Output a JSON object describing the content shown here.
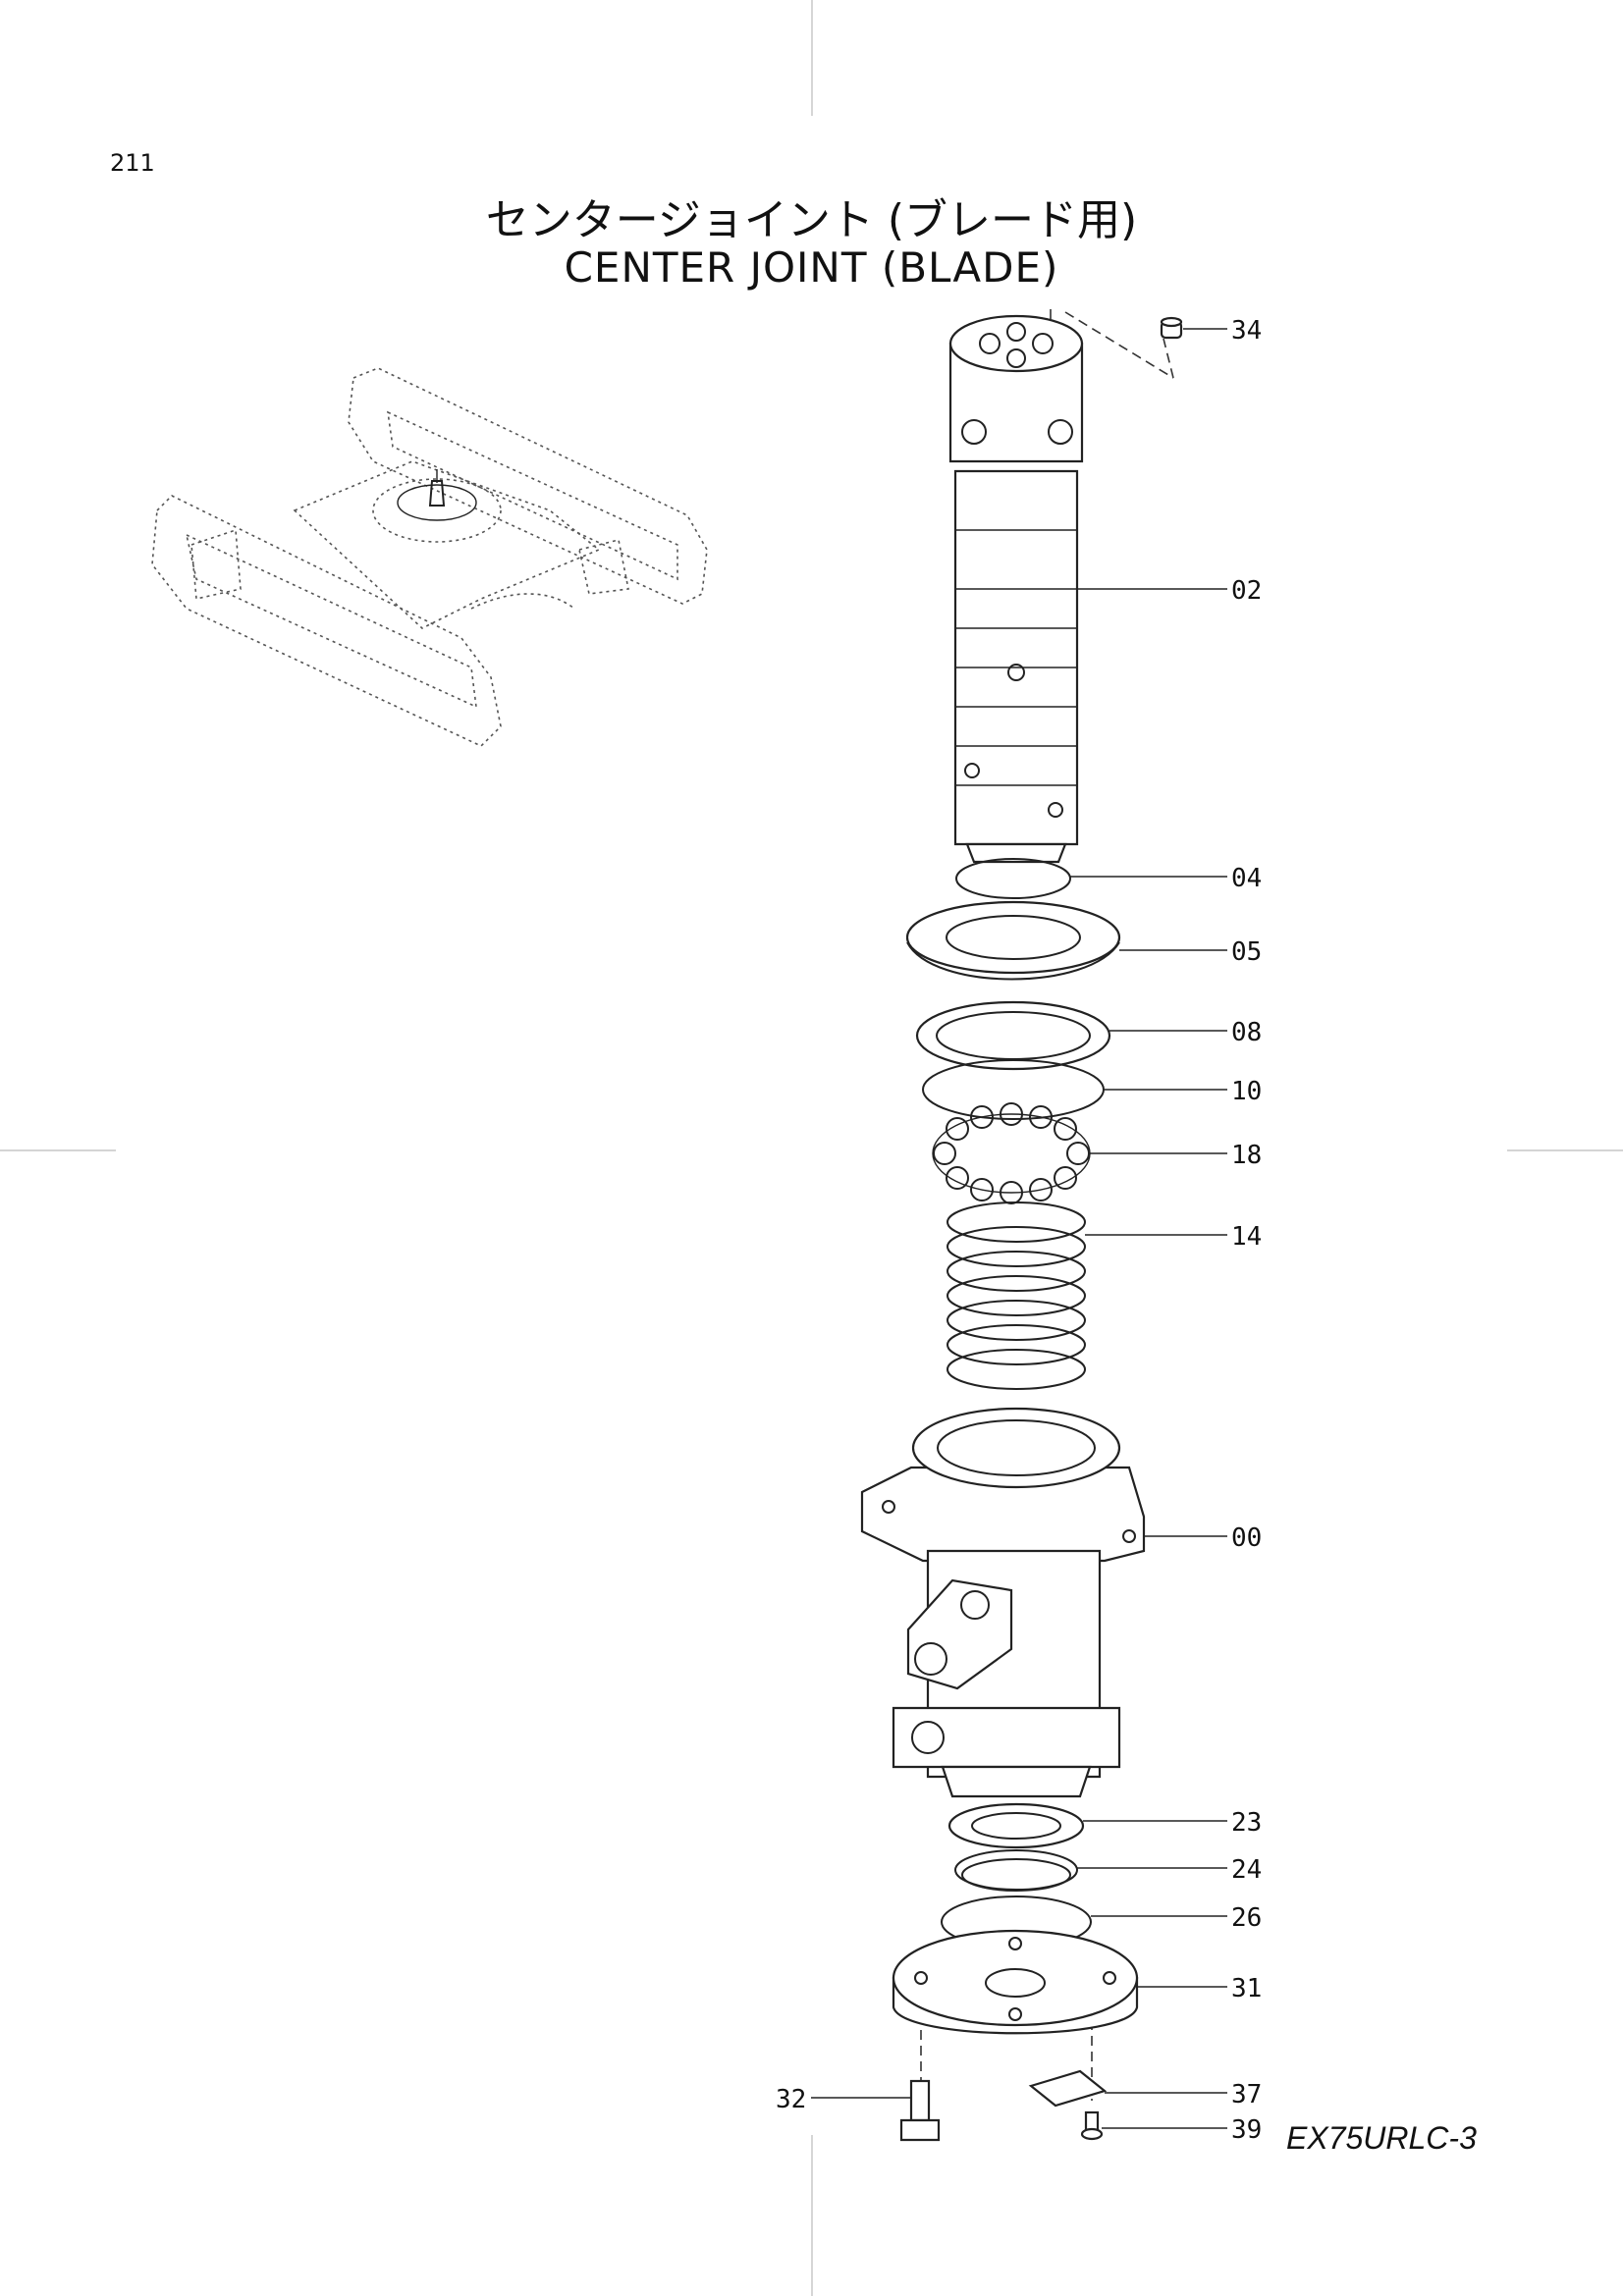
{
  "page_number": "211",
  "title_jp": "センタージョイント (ブレード用)",
  "title_en": "CENTER  JOINT  (BLADE)",
  "model": "EX75URLC-3",
  "callouts": [
    {
      "id": "34"
    },
    {
      "id": "02"
    },
    {
      "id": "04"
    },
    {
      "id": "05"
    },
    {
      "id": "08"
    },
    {
      "id": "10"
    },
    {
      "id": "18"
    },
    {
      "id": "14"
    },
    {
      "id": "00"
    },
    {
      "id": "23"
    },
    {
      "id": "24"
    },
    {
      "id": "26"
    },
    {
      "id": "31"
    },
    {
      "id": "32"
    },
    {
      "id": "37"
    },
    {
      "id": "39"
    }
  ]
}
